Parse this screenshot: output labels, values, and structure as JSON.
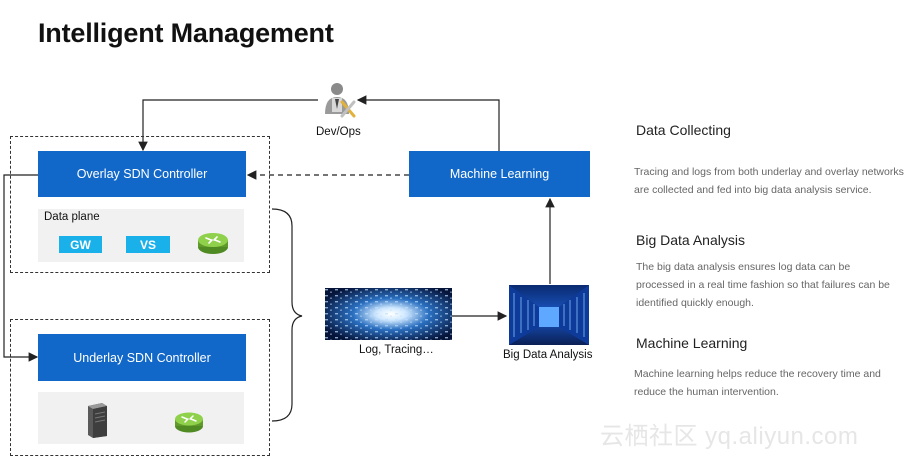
{
  "title": "Intelligent Management",
  "devops": {
    "label": "Dev/Ops",
    "icon": "devops-user-icon"
  },
  "boxes": {
    "overlay_controller": "Overlay SDN Controller",
    "underlay_controller": "Underlay SDN Controller",
    "machine_learning": "Machine Learning"
  },
  "data_plane": {
    "label": "Data plane",
    "chips": [
      "GW",
      "VS"
    ],
    "router_icon": "router-icon"
  },
  "underlay_panel": {
    "server_icon": "server-icon",
    "router_icon": "router-icon"
  },
  "log_tracing": {
    "label": "Log, Tracing…",
    "image": "data-stream-image"
  },
  "big_data": {
    "label": "Big Data Analysis",
    "image": "datacenter-image"
  },
  "sections": [
    {
      "heading": "Data Collecting",
      "text": "Tracing and logs from both underlay and overlay networks are collected and fed into big data analysis service."
    },
    {
      "heading": "Big Data Analysis",
      "text": "The big data analysis ensures log data can be processed in a real time fashion so that failures can be identified quickly enough."
    },
    {
      "heading": "Machine Learning",
      "text": "Machine learning helps reduce the recovery time and reduce the human intervention."
    }
  ],
  "watermark": "云栖社区 yq.aliyun.com",
  "colors": {
    "controller_blue": "#1268c8",
    "chip_blue": "#1ab0ea",
    "router_green": "#7cc13a"
  }
}
